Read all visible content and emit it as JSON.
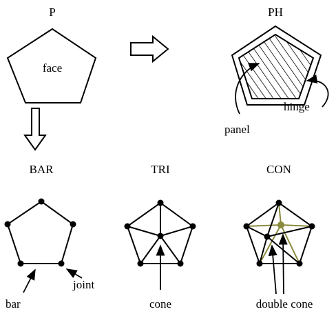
{
  "colors": {
    "ink": "#000000",
    "accent": "#8a8a3c",
    "background": "#ffffff"
  },
  "panels": {
    "p": {
      "title": "P",
      "face_label": "face"
    },
    "ph": {
      "title": "PH",
      "panel_label": "panel",
      "hinge_label": "hinge"
    },
    "bar": {
      "title": "BAR",
      "joint_label": "joint",
      "bar_label": "bar"
    },
    "tri": {
      "title": "TRI",
      "cone_label": "cone"
    },
    "con": {
      "title": "CON",
      "double_cone_label": "double cone"
    }
  }
}
